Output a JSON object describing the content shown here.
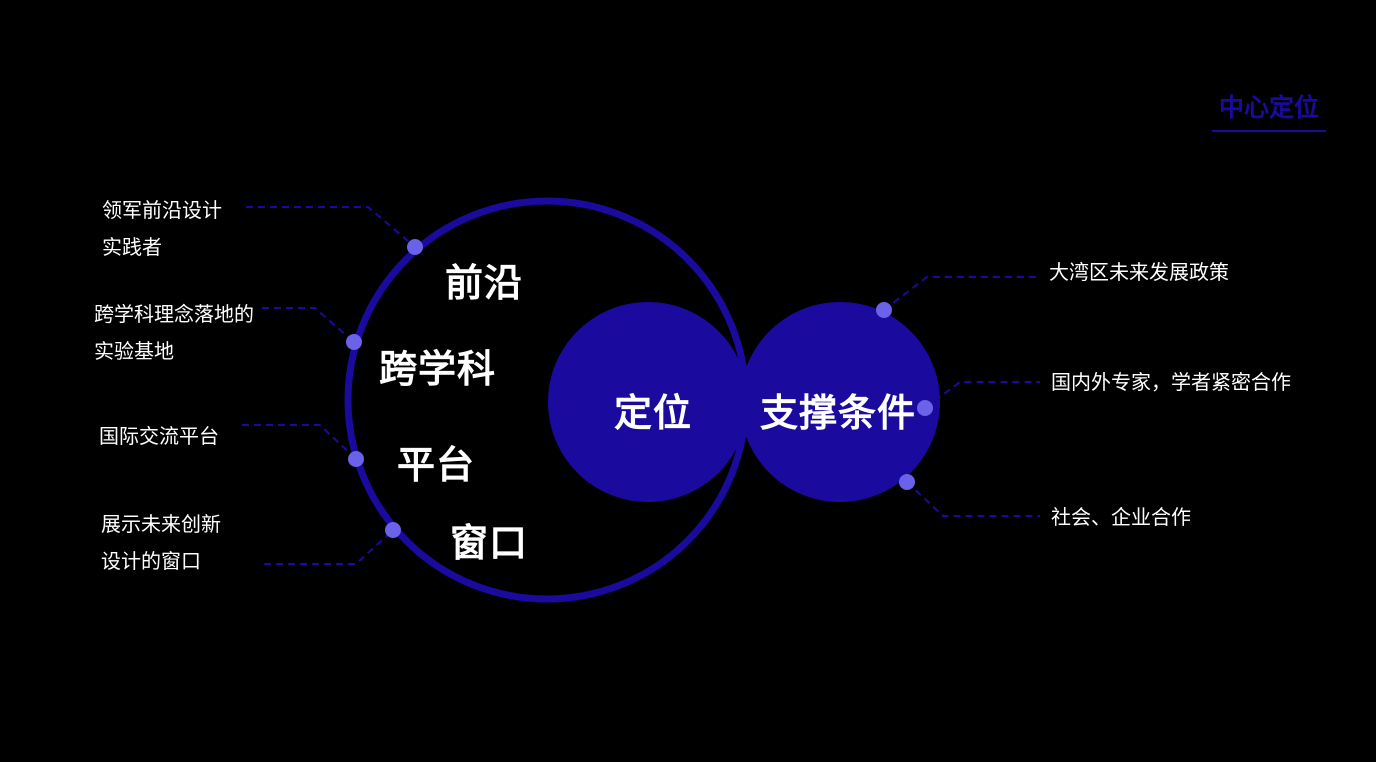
{
  "corner_title": "中心定位",
  "center": {
    "left_label": "定位",
    "right_label": "支撑条件"
  },
  "ring_keywords": [
    "前沿",
    "跨学科",
    "平台",
    "窗口"
  ],
  "left_items": [
    {
      "lines": [
        "领军前沿设计",
        "实践者"
      ]
    },
    {
      "lines": [
        "跨学科理念落地的",
        "实验基地"
      ]
    },
    {
      "lines": [
        "国际交流平台"
      ]
    },
    {
      "lines": [
        "展示未来创新",
        "设计的窗口"
      ]
    }
  ],
  "right_items": [
    "大湾区未来发展政策",
    "国内外专家，学者紧密合作",
    "社会、企业合作"
  ],
  "colors": {
    "background": "#000000",
    "ring": "#1a0a9e",
    "circle_fill": "#1a0a9e",
    "dot": "#6a62e8",
    "connector": "#1a0a9e",
    "title": "#1a0a9e",
    "text": "#ffffff"
  }
}
